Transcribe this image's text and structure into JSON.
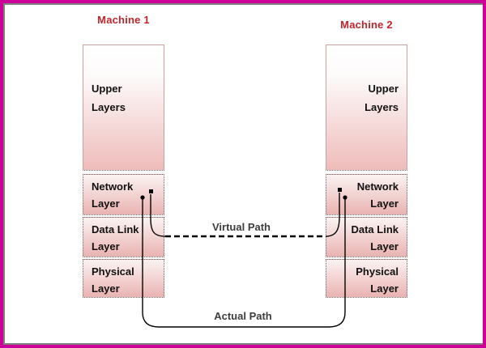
{
  "machines": [
    {
      "title": "Machine 1",
      "upper": {
        "line1": "Upper",
        "line2": "Layers"
      },
      "stack": [
        {
          "line1": "Network",
          "line2": "Layer"
        },
        {
          "line1": "Data Link",
          "line2": "Layer"
        },
        {
          "line1": "Physical",
          "line2": "Layer"
        }
      ]
    },
    {
      "title": "Machine 2",
      "upper": {
        "line1": "Upper",
        "line2": "Layers"
      },
      "stack": [
        {
          "line1": "Network",
          "line2": "Layer"
        },
        {
          "line1": "Data Link",
          "line2": "Layer"
        },
        {
          "line1": "Physical",
          "line2": "Layer"
        }
      ]
    }
  ],
  "labels": {
    "virtual_path": "Virtual Path",
    "actual_path": "Actual Path"
  },
  "colors": {
    "outer_frame": "#CC0099",
    "inner_frame": "#808080",
    "machine_title": "#C0262C",
    "box_gradient_top": "#FBF3F2",
    "box_gradient_bottom": "#E9B3B1",
    "upper_box_border": "#CBA19F",
    "path_line": "#000000",
    "path_label": "#3d3d3d"
  }
}
